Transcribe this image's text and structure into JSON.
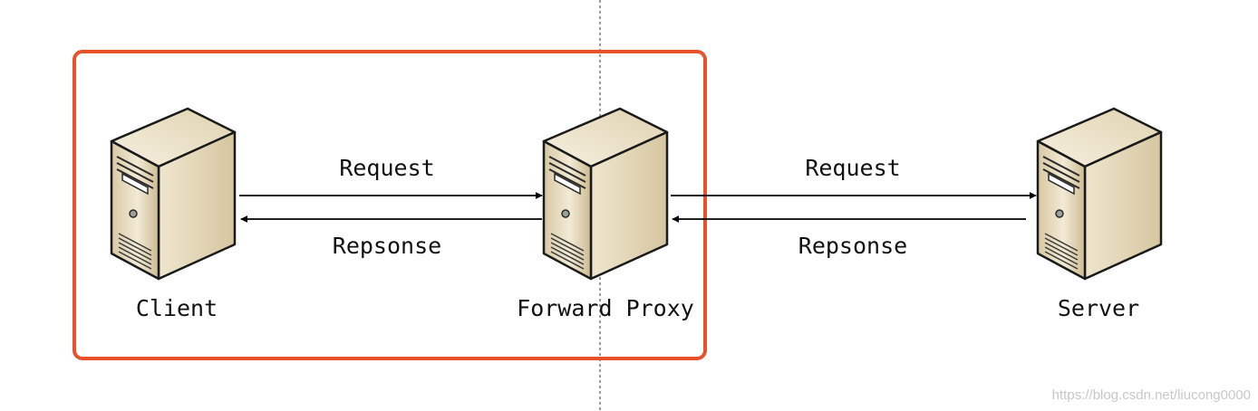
{
  "nodes": {
    "client": {
      "label": "Client",
      "icon": "server-tower-icon"
    },
    "proxy": {
      "label": "Forward Proxy",
      "icon": "server-tower-icon"
    },
    "server": {
      "label": "Server",
      "icon": "server-tower-icon"
    }
  },
  "edges": {
    "client_to_proxy_request": "Request",
    "proxy_to_client_response": "Repsonse",
    "proxy_to_server_request": "Request",
    "server_to_proxy_response": "Repsonse"
  },
  "watermark": "https://blog.csdn.net/liucong0000",
  "colors": {
    "highlight_border": "#e8522a",
    "divider": "#7a7a7a",
    "arrow": "#000000",
    "server_body": "#e8dcc0",
    "server_outline": "#1a1a1a"
  }
}
